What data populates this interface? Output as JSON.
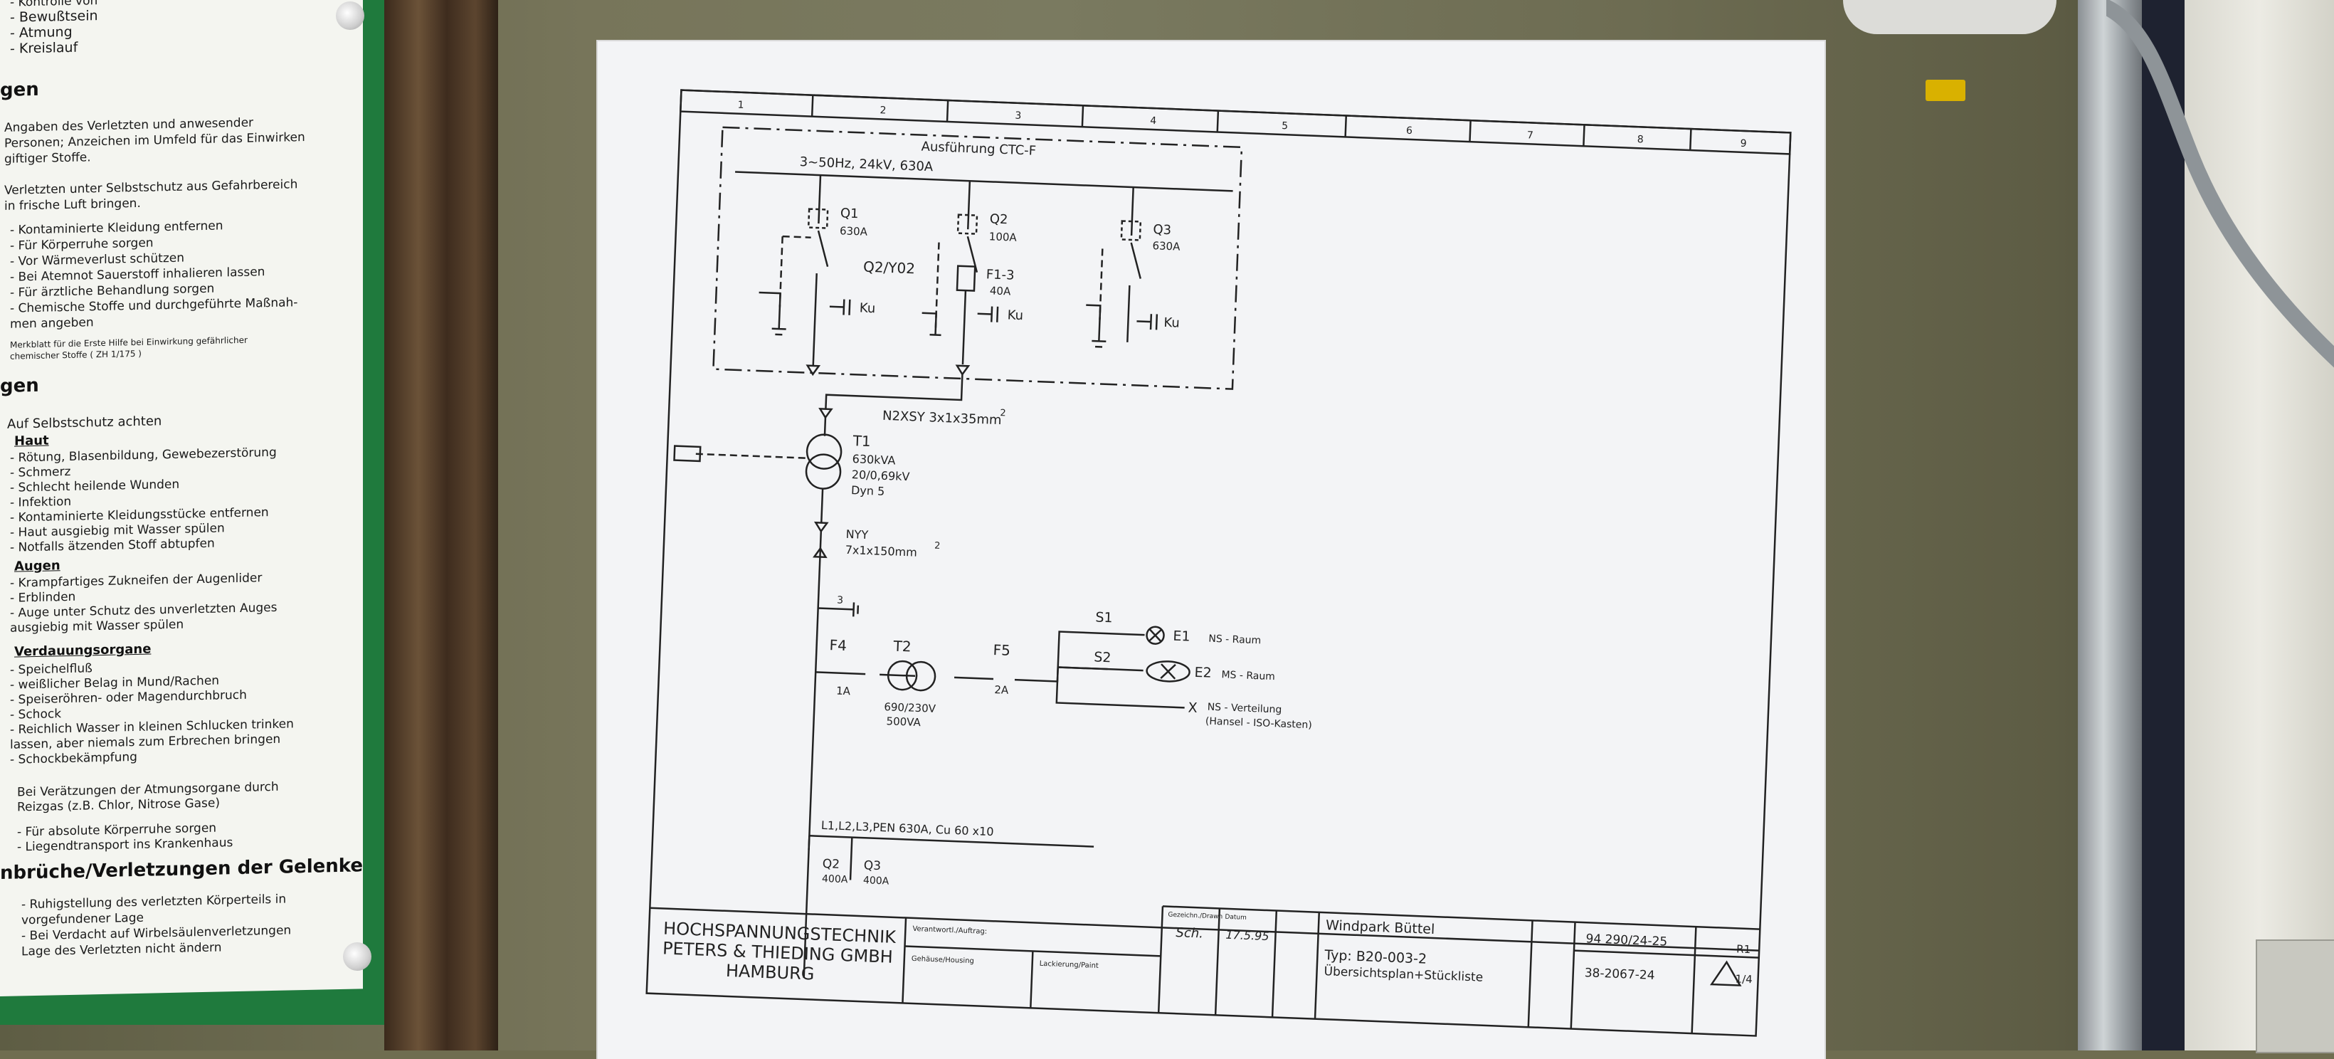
{
  "colors": {
    "wall": "#6f6d50",
    "board": "#1f7a3d",
    "sheet": "#f3f4f6",
    "ink": "#222222"
  },
  "first_aid": {
    "lines_top": [
      "- Kontrolle von",
      "- Bewußtsein",
      "- Atmung",
      "- Kreislauf"
    ],
    "heading1": "gen",
    "para1": [
      "Angaben des Verletzten und anwesender",
      "Personen; Anzeichen im Umfeld für das Einwirken",
      "giftiger Stoffe."
    ],
    "para2": [
      "Verletzten unter Selbstschutz aus Gefahrbereich",
      "in frische Luft bringen."
    ],
    "list1": [
      "- Kontaminierte Kleidung entfernen",
      "- Für Körperruhe sorgen",
      "- Vor Wärmeverlust schützen",
      "- Bei Atemnot Sauerstoff inhalieren lassen",
      "- Für ärztliche Behandlung sorgen",
      "- Chemische Stoffe und durchgeführte Maßnah-",
      "  men angeben"
    ],
    "note": [
      "Merkblatt für die Erste Hilfe bei Einwirkung gefährlicher",
      "chemischer Stoffe ( ZH 1/175 )"
    ],
    "heading2": "gen",
    "selfprotect": "Auf Selbstschutz achten",
    "haut_title": "Haut",
    "haut_list": [
      "- Rötung, Blasenbildung, Gewebezerstörung",
      "- Schmerz",
      "- Schlecht heilende Wunden",
      "- Infektion",
      "- Kontaminierte Kleidungsstücke entfernen",
      "- Haut ausgiebig mit Wasser spülen",
      "- Notfalls ätzenden Stoff abtupfen"
    ],
    "augen_title": "Augen",
    "augen_list": [
      "- Krampfartiges Zukneifen der Augenlider",
      "- Erblinden",
      "- Auge unter Schutz des unverletzten Auges",
      "  ausgiebig mit Wasser spülen"
    ],
    "verdauung_title": "Verdauungsorgane",
    "verdauung_list": [
      "- Speichelfluß",
      "- weißlicher Belag in Mund/Rachen",
      "- Speiseröhren- oder Magendurchbruch",
      "- Schock",
      "- Reichlich Wasser in kleinen Schlucken trinken",
      "  lassen, aber niemals zum Erbrechen bringen",
      "- Schockbekämpfung"
    ],
    "reizgas": [
      "Bei Verätzungen der Atmungsorgane durch",
      "Reizgas (z.B. Chlor, Nitrose Gase)"
    ],
    "reizgas_list": [
      "- Für absolute Körperruhe sorgen",
      "- Liegendtransport ins Krankenhaus"
    ],
    "heading3": "nbrüche/Verletzungen der Gelenke",
    "gelenke_list": [
      "- Ruhigstellung des verletzten Körperteils in",
      "  vorgefundener Lage",
      "- Bei Verdacht auf Wirbelsäulenverletzungen",
      "  Lage des Verletzten nicht ändern"
    ]
  },
  "schematic": {
    "columns": [
      "1",
      "2",
      "3",
      "4",
      "5",
      "6",
      "7",
      "8",
      "9"
    ],
    "execution": "Ausführung CTC-F",
    "supply": "3~50Hz, 24kV, 630A",
    "q1": {
      "name": "Q1",
      "rating": "630A"
    },
    "q2": {
      "name": "Q2",
      "rating": "100A"
    },
    "q3": {
      "name": "Q3",
      "rating": "630A"
    },
    "q2y02": "Q2/Y02",
    "f13": {
      "name": "F1-3",
      "rating": "40A"
    },
    "ku": "Ku",
    "cable1": "N2XSY 3x1x35mm",
    "sup2": "2",
    "t1": {
      "name": "T1",
      "l1": "630kVA",
      "l2": "20/0,69kV",
      "l3": "Dyn 5"
    },
    "nyy": {
      "name": "NYY",
      "spec": "7x1x150mm"
    },
    "ground_num": "3",
    "f4": {
      "name": "F4",
      "rating": "1A"
    },
    "t2": {
      "name": "T2",
      "l1": "690/230V",
      "l2": "500VA"
    },
    "f5": {
      "name": "F5",
      "rating": "2A"
    },
    "s1": "S1",
    "s2": "S2",
    "e1": {
      "name": "E1",
      "desc": "NS - Raum"
    },
    "e2": {
      "name": "E2",
      "desc": "MS - Raum"
    },
    "x": {
      "name": "X",
      "desc": "NS - Verteilung",
      "desc2": "(Hansel - ISO-Kasten)"
    },
    "busbar": "L1,L2,L3,PEN 630A, Cu 60 x10",
    "q2b": {
      "name": "Q2",
      "rating": "400A"
    },
    "q3b": {
      "name": "Q3",
      "rating": "400A"
    },
    "titleblock": {
      "company1": "HOCHSPANNUNGSTECHNIK",
      "company2": "PETERS & THIEDING GMBH",
      "company3": "HAMBURG",
      "supplied": "Verantwortl./Auftrag:",
      "housing": "Gehäuse/Housing",
      "panel": "Lackierung/Paint",
      "drawn_label": "Gezeichn./Drawn",
      "drawn": "Sch.",
      "date_label": "Datum",
      "date": "17.5.95",
      "project": "Windpark Büttel",
      "type": "Typ: B20-003-2",
      "desc": "Übersichtsplan+Stückliste",
      "number": "94 290/24-25",
      "drawing_no": "38-2067-24",
      "sheet1": "R1",
      "sheet2": "1/4"
    }
  }
}
